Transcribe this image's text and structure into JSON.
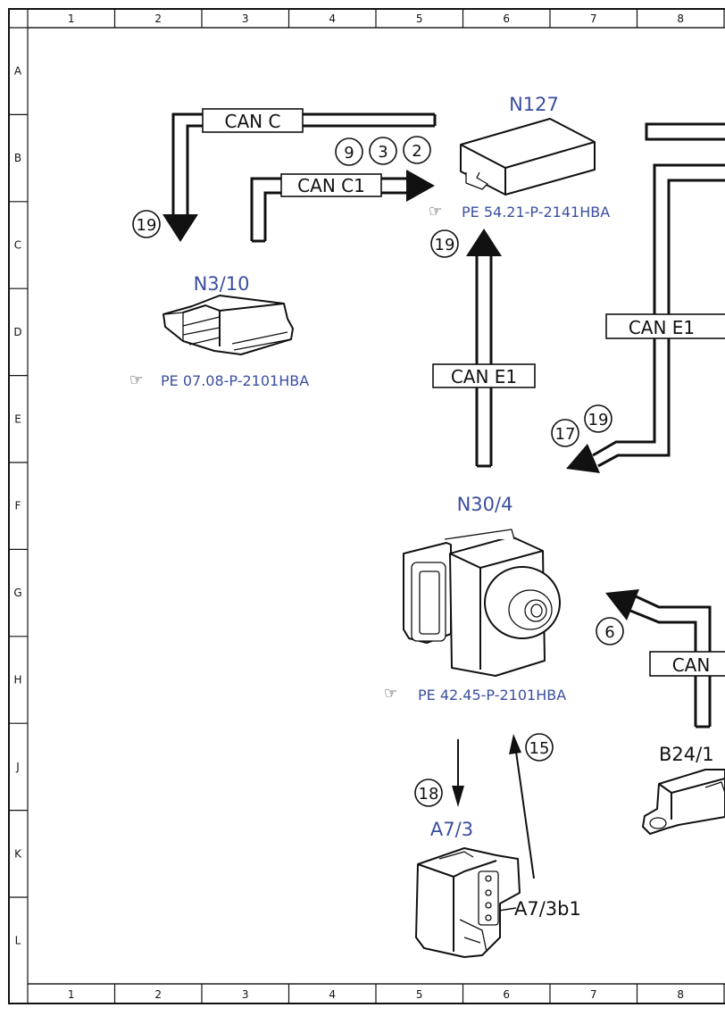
{
  "frame": {
    "columns": [
      "1",
      "2",
      "3",
      "4",
      "5",
      "6",
      "7",
      "8"
    ],
    "rows": [
      "A",
      "B",
      "C",
      "D",
      "E",
      "F",
      "G",
      "H",
      "J",
      "K",
      "L"
    ]
  },
  "components": {
    "n127": {
      "code": "N127",
      "ref": "PE 54.21-P-2141HBA"
    },
    "n3_10": {
      "code": "N3/10",
      "ref": "PE 07.08-P-2101HBA"
    },
    "n30_4": {
      "code": "N30/4",
      "ref": "PE 42.45-P-2101HBA"
    },
    "a7_3": {
      "code": "A7/3"
    },
    "a7_3b1": {
      "code": "A7/3b1"
    },
    "b24_1": {
      "code": "B24/1"
    }
  },
  "bus_labels": {
    "can_c": "CAN C",
    "can_c1": "CAN C1",
    "can_e1_center": "CAN E1",
    "can_e1_right": "CAN E1",
    "can_right_lower": "CAN"
  },
  "signals": {
    "s_9": "9",
    "s_3": "3",
    "s_2": "2",
    "s_19_a": "19",
    "s_19_b": "19",
    "s_19_c": "19",
    "s_17": "17",
    "s_6": "6",
    "s_15": "15",
    "s_18": "18"
  },
  "colors": {
    "component_label": "#3b4ea0",
    "line": "#111111"
  }
}
